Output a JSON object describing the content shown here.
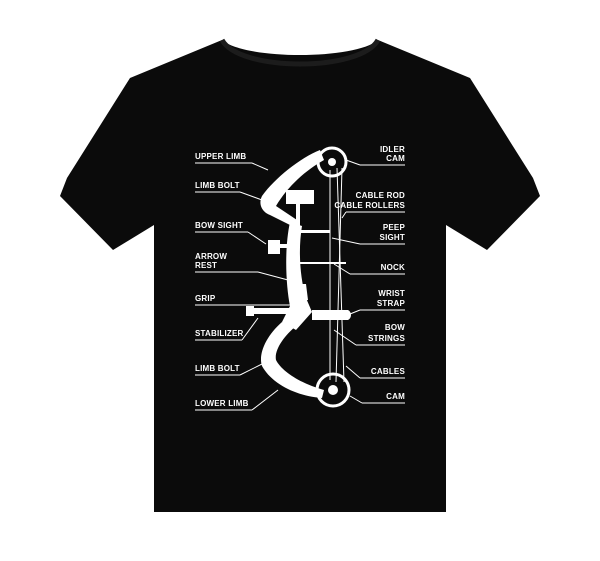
{
  "colors": {
    "shirt": "#0b0b0b",
    "print": "#ffffff",
    "background": "#ffffff"
  },
  "labels_left": {
    "upper_limb": "UPPER LIMB",
    "limb_bolt_top": "LIMB BOLT",
    "bow_sight": "BOW SIGHT",
    "arrow_rest_1": "ARROW",
    "arrow_rest_2": "REST",
    "grip": "GRIP",
    "stabilizer": "STABILIZER",
    "limb_bolt_bottom": "LIMB BOLT",
    "lower_limb": "LOWER LIMB"
  },
  "labels_right": {
    "idler_cam_1": "IDLER",
    "idler_cam_2": "CAM",
    "cable_rod": "CABLE ROD",
    "cable_rollers": "CABLE ROLLERS",
    "peep_sight_1": "PEEP",
    "peep_sight_2": "SIGHT",
    "nock": "NOCK",
    "wrist_strap_1": "WRIST",
    "wrist_strap_2": "STRAP",
    "bow_strings_1": "BOW",
    "bow_strings_2": "STRINGS",
    "cables": "CABLES",
    "cam": "CAM"
  }
}
